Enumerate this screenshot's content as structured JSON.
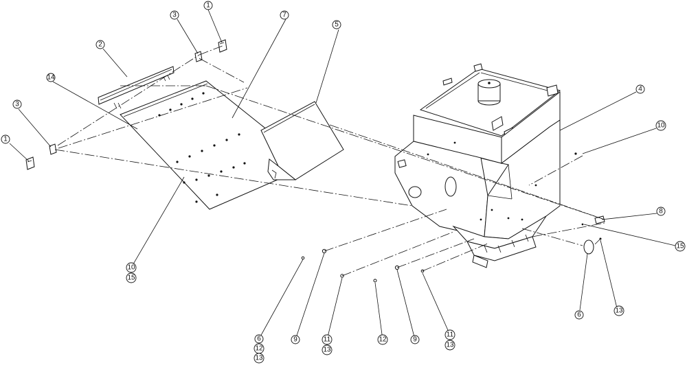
{
  "callouts": [
    {
      "id": "c1a",
      "lines": [
        "1"
      ]
    },
    {
      "id": "c2",
      "lines": [
        "2"
      ]
    },
    {
      "id": "c3a",
      "lines": [
        "3"
      ]
    },
    {
      "id": "c7",
      "lines": [
        "7"
      ]
    },
    {
      "id": "c5",
      "lines": [
        "5"
      ]
    },
    {
      "id": "c14",
      "lines": [
        "14"
      ]
    },
    {
      "id": "c3b",
      "lines": [
        "3"
      ]
    },
    {
      "id": "c1b",
      "lines": [
        "1"
      ]
    },
    {
      "id": "c4",
      "lines": [
        "4"
      ]
    },
    {
      "id": "c10a",
      "lines": [
        "10"
      ]
    },
    {
      "id": "c8",
      "lines": [
        "8"
      ]
    },
    {
      "id": "c15a",
      "lines": [
        "15"
      ]
    },
    {
      "id": "c6a",
      "lines": [
        "6"
      ]
    },
    {
      "id": "c13a",
      "lines": [
        "13"
      ]
    },
    {
      "id": "c1015",
      "lines": [
        "10",
        "15"
      ]
    },
    {
      "id": "c61213",
      "lines": [
        "6",
        "12",
        "13"
      ]
    },
    {
      "id": "c9a",
      "lines": [
        "9"
      ]
    },
    {
      "id": "c1113a",
      "lines": [
        "11",
        "13"
      ]
    },
    {
      "id": "c12",
      "lines": [
        "12"
      ]
    },
    {
      "id": "c9b",
      "lines": [
        "9"
      ]
    },
    {
      "id": "c1113b",
      "lines": [
        "11",
        "13"
      ]
    }
  ]
}
